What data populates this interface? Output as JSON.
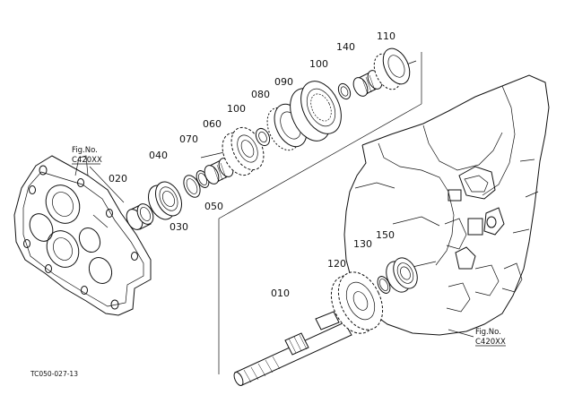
{
  "diagram": {
    "code": "TC050-027-13",
    "fig_refs": [
      {
        "id": "left",
        "line1": "Fig.No.",
        "line2": "C420XX"
      },
      {
        "id": "right",
        "line1": "Fig.No.",
        "line2": "C420XX"
      }
    ],
    "parts": [
      "010",
      "020",
      "030",
      "040",
      "050",
      "060",
      "070",
      "080",
      "090",
      "100",
      "100",
      "110",
      "120",
      "130",
      "140",
      "150"
    ]
  }
}
